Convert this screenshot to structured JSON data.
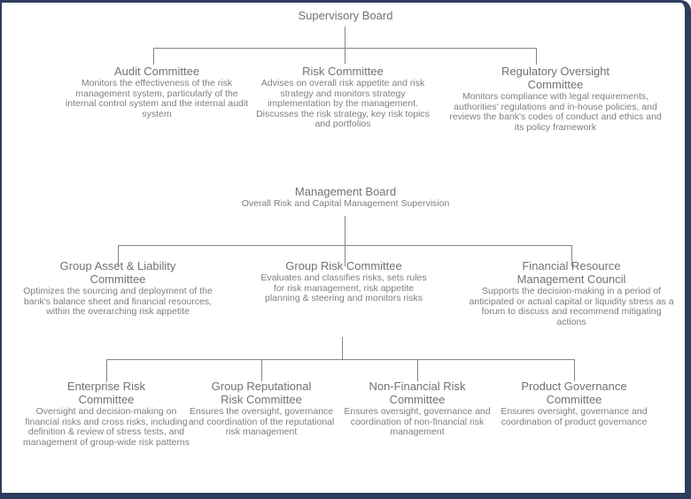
{
  "colors": {
    "frame_border": "#2e3d5e",
    "connector": "#848688",
    "title_text": "#707276",
    "body_text": "#7d7f82"
  },
  "root": {
    "title": "Supervisory Board"
  },
  "level2": [
    {
      "title": "Audit Committee",
      "desc": "Monitors the effectiveness of the risk management system, particularly of the internal control system and the internal audit system"
    },
    {
      "title": "Risk Committee",
      "desc": "Advises on overall risk appetite and risk strategy and monitors strategy implementation by the management. Discusses the risk strategy, key risk topics and portfolios"
    },
    {
      "title": "Regulatory Oversight Committee",
      "desc": "Monitors compliance with legal requirements, authorities' regulations and in-house policies, and reviews the bank's codes of conduct and ethics and its policy framework"
    }
  ],
  "management_board": {
    "title": "Management Board",
    "subtitle": "Overall Risk and Capital Management Supervision"
  },
  "level4": [
    {
      "title": "Group Asset & Liability Committee",
      "desc": "Optimizes the sourcing and deployment of the bank's balance sheet and financial resources, within the overarching risk appetite"
    },
    {
      "title": "Group Risk Committee",
      "desc": "Evaluates and classifies risks, sets rules for risk management, risk appetite planning & steering and monitors risks"
    },
    {
      "title": "Financial Resource Management Council",
      "desc": "Supports the decision-making in a period of anticipated or actual capital or liquidity stress as a forum to discuss and recommend mitigating actions"
    }
  ],
  "level5": [
    {
      "title": "Enterprise Risk Committee",
      "desc": "Oversight and decision-making on financial risks and cross risks, including definition & review of stress tests, and management of group-wide risk patterns"
    },
    {
      "title": "Group Reputational Risk Committee",
      "desc": "Ensures the oversight, governance and coordination of the reputational risk management"
    },
    {
      "title": "Non-Financial Risk Committee",
      "desc": "Ensures oversight, governance and coordination of non-financial risk management"
    },
    {
      "title": "Product Governance Committee",
      "desc": "Ensures oversight, governance and coordination of product governance"
    }
  ]
}
